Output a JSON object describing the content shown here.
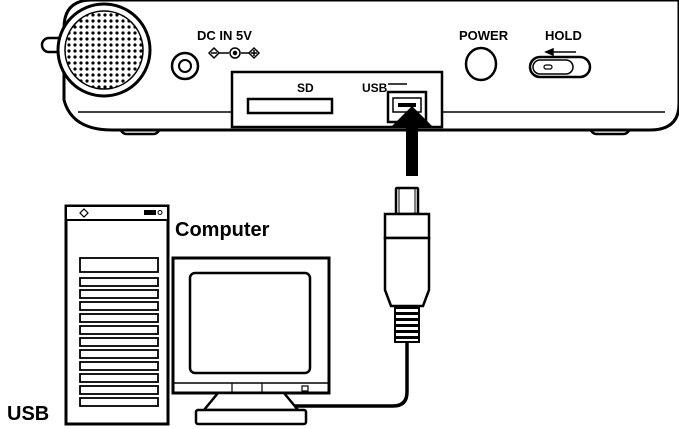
{
  "device": {
    "dc_in_label": "DC IN 5V",
    "power_label": "POWER",
    "hold_label": "HOLD",
    "sd_label": "SD",
    "usb_port_label": "USB"
  },
  "labels": {
    "computer": "Computer",
    "usb": "USB"
  }
}
